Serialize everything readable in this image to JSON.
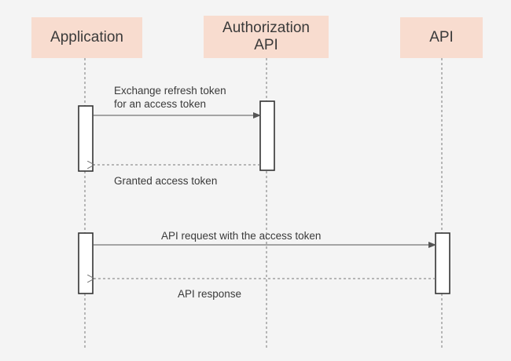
{
  "participants": {
    "application": "Application",
    "authorization_api": "Authorization\nAPI",
    "api": "API"
  },
  "messages": {
    "exchange_line1": "Exchange refresh token",
    "exchange_line2": "for an access token",
    "granted": "Granted access token",
    "api_request": "API request with the access token",
    "api_response": "API response"
  },
  "colors": {
    "background": "#f4f4f4",
    "participant_fill": "#f8dccf",
    "line": "#555555"
  }
}
